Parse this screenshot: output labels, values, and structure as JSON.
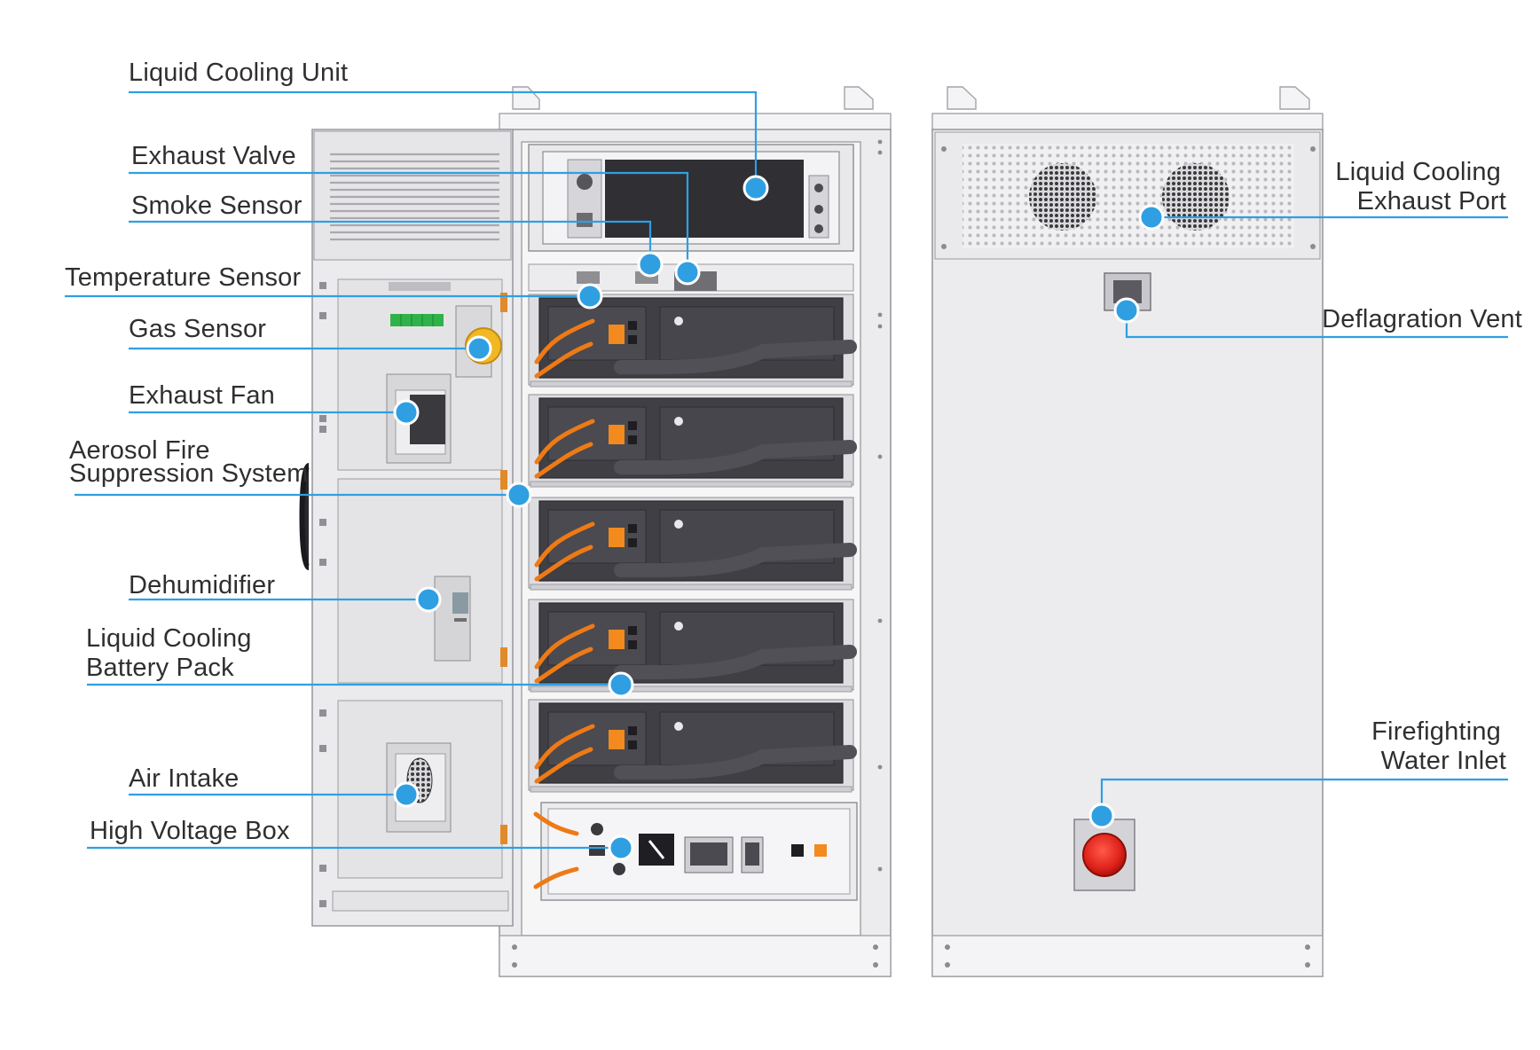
{
  "labels": {
    "liquid_cooling_unit": "Liquid Cooling Unit",
    "exhaust_valve": "Exhaust Valve",
    "smoke_sensor": "Smoke Sensor",
    "temperature_sensor": "Temperature Sensor",
    "gas_sensor": "Gas Sensor",
    "exhaust_fan": "Exhaust Fan",
    "aerosol_line1": "Aerosol Fire",
    "aerosol_line2": "Suppression System",
    "dehumidifier": "Dehumidifier",
    "battery_pack_line1": "Liquid Cooling",
    "battery_pack_line2": "Battery Pack",
    "air_intake": "Air Intake",
    "high_voltage_box": "High Voltage Box",
    "exhaust_port_line1": "Liquid Cooling",
    "exhaust_port_line2": "Exhaust Port",
    "deflagration_vent": "Deflagration Vent",
    "water_inlet_line1": "Firefighting",
    "water_inlet_line2": "Water Inlet"
  },
  "colors": {
    "leader": "#2f9fe2",
    "cabinet": "#ececee",
    "battery": "#3f3f44",
    "cable": "#f28a1e",
    "button": "#e8231c"
  }
}
